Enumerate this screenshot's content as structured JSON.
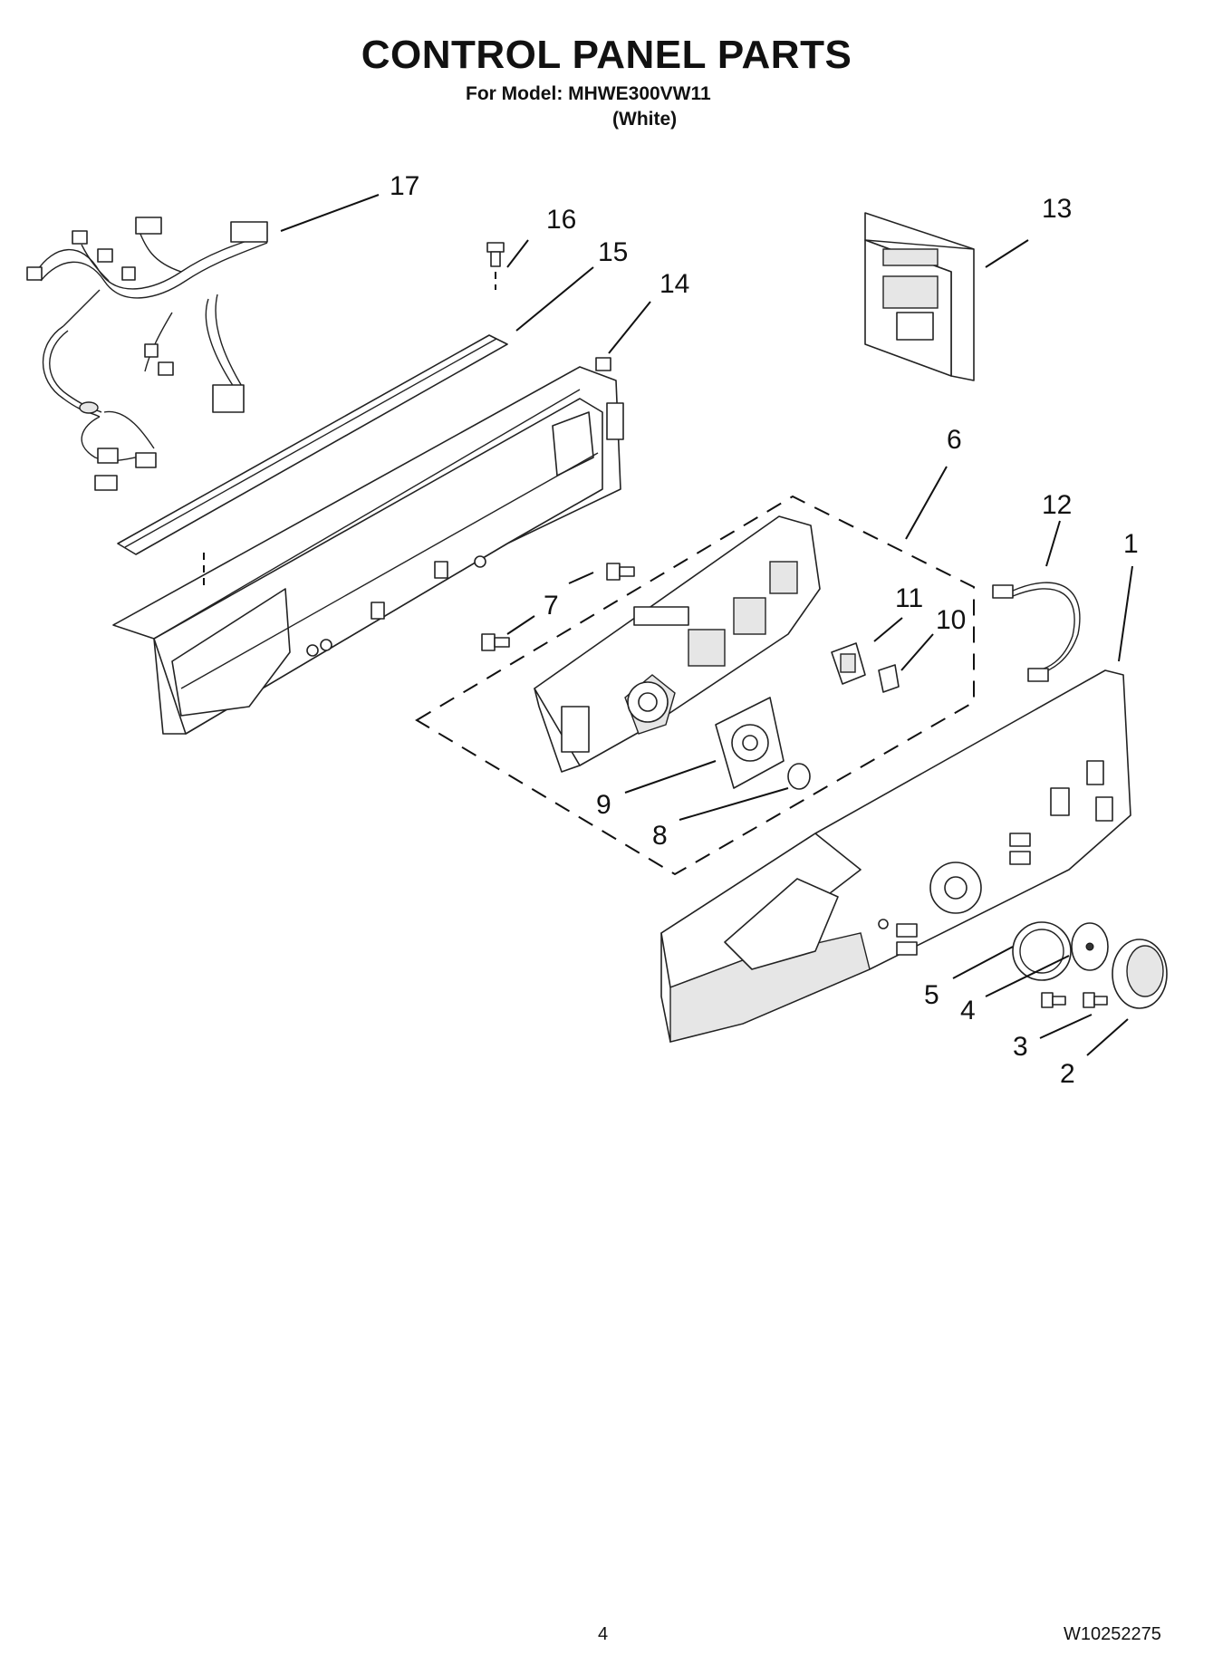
{
  "header": {
    "title": "CONTROL PANEL PARTS",
    "model_line": "For Model: MHWE300VW11",
    "color_note": "(White)"
  },
  "callouts": [
    "1",
    "2",
    "3",
    "4",
    "5",
    "6",
    "7",
    "8",
    "9",
    "10",
    "11",
    "12",
    "13",
    "14",
    "15",
    "16",
    "17"
  ],
  "footer": {
    "page_number": "4",
    "document_number": "W10252275"
  }
}
